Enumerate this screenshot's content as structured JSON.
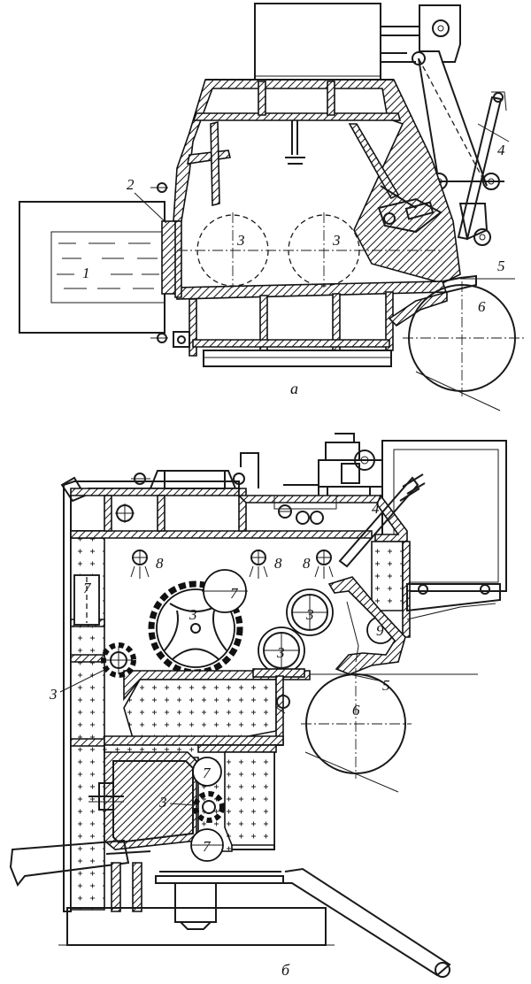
{
  "view_a": {
    "caption": "а",
    "labels": {
      "reservoir": "1",
      "seal": "2",
      "roll_left": "3",
      "roll_right": "3",
      "lever": "4",
      "lip": "5",
      "drum": "6"
    }
  },
  "view_b": {
    "caption": "б",
    "labels": {
      "roll_big": "3",
      "roll_mid_upper": "3",
      "roll_mid_lower": "3",
      "roll_left": "3",
      "roll_bottom": "3",
      "lever": "4",
      "lip": "5",
      "drum": "6",
      "tube_top_right": "7",
      "tube_left": "7",
      "tube_bottom_upper": "7",
      "tube_bottom_lower": "7",
      "nozzle_1": "8",
      "nozzle_2": "8",
      "nozzle_3": "8",
      "roll_small": "9"
    }
  }
}
